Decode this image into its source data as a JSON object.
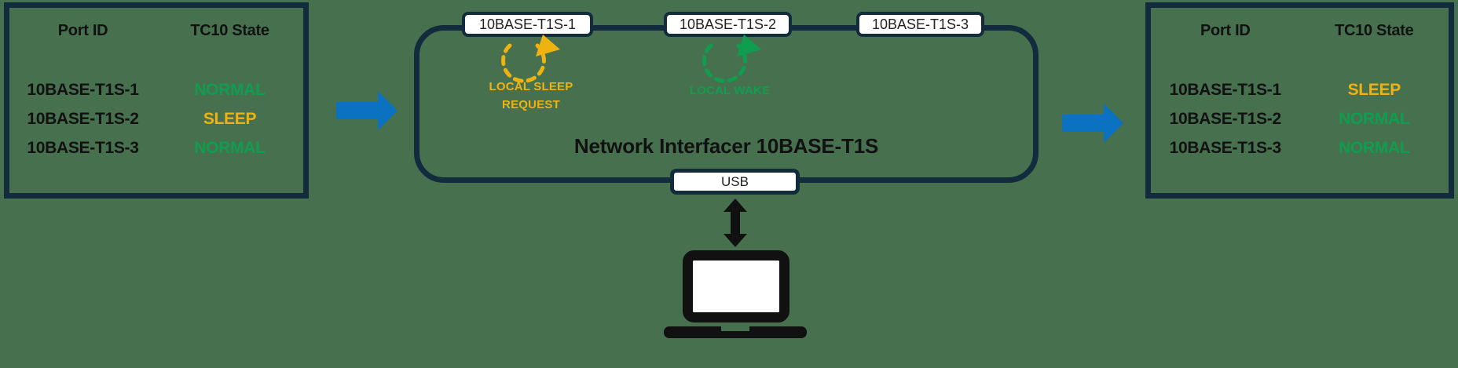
{
  "colors": {
    "background": "#47704f",
    "navy": "#122c3d",
    "blue": "#0b71c1",
    "green": "#0f9e4f",
    "yellow": "#eeb211",
    "ink": "#111111",
    "white": "#ffffff"
  },
  "left_table": {
    "headers": {
      "port": "Port ID",
      "state": "TC10 State"
    },
    "rows": [
      {
        "port": "10BASE-T1S-1",
        "state": "NORMAL",
        "state_color": "#0f9e4f"
      },
      {
        "port": "10BASE-T1S-2",
        "state": "SLEEP",
        "state_color": "#eeb211"
      },
      {
        "port": "10BASE-T1S-3",
        "state": "NORMAL",
        "state_color": "#0f9e4f"
      }
    ]
  },
  "right_table": {
    "headers": {
      "port": "Port ID",
      "state": "TC10 State"
    },
    "rows": [
      {
        "port": "10BASE-T1S-1",
        "state": "SLEEP",
        "state_color": "#eeb211"
      },
      {
        "port": "10BASE-T1S-2",
        "state": "NORMAL",
        "state_color": "#0f9e4f"
      },
      {
        "port": "10BASE-T1S-3",
        "state": "NORMAL",
        "state_color": "#0f9e4f"
      }
    ]
  },
  "device": {
    "title": "Network Interfacer 10BASE-T1S",
    "ports": [
      {
        "label": "10BASE-T1S-1"
      },
      {
        "label": "10BASE-T1S-2"
      },
      {
        "label": "10BASE-T1S-3"
      }
    ],
    "usb_label": "USB"
  },
  "annotations": {
    "sleep": {
      "line1": "LOCAL SLEEP",
      "line2": "REQUEST",
      "color": "#eeb211"
    },
    "wake": {
      "line1": "LOCAL WAKE",
      "color": "#0f9e4f"
    }
  }
}
